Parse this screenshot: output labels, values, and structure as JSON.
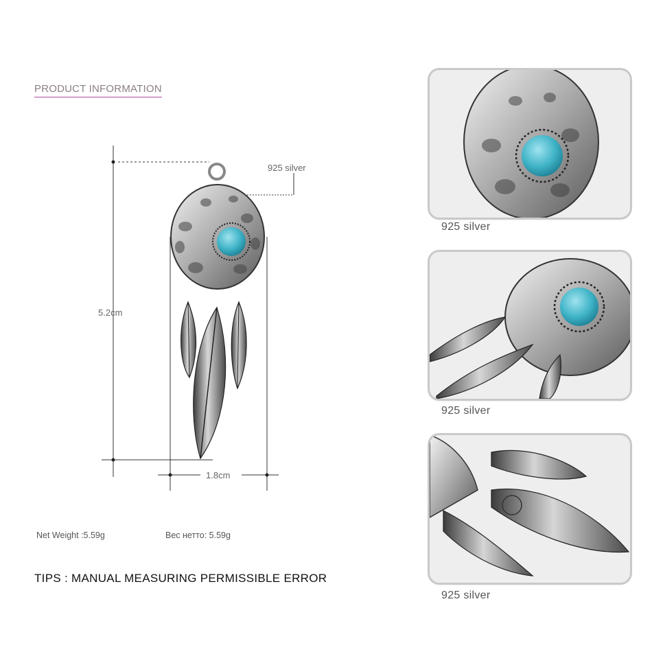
{
  "section_title": "PRODUCT INFORMATION",
  "dimensions": {
    "material_label": "925 silver",
    "height_label": "5.2cm",
    "width_label": "1.8cm"
  },
  "weights": {
    "net_weight": "Net Weight :5.59g",
    "net_weight_ru": "Вес нетто: 5.59g"
  },
  "tips": "TIPS : MANUAL MEASURING PERMISSIBLE ERROR",
  "panels": [
    {
      "caption": "925 silver"
    },
    {
      "caption": "925 silver"
    },
    {
      "caption": "925 silver"
    }
  ],
  "colors": {
    "accent_underline": "#b04aa2",
    "turquoise": "#3fb3c7",
    "silver": "#b8b8b8"
  }
}
